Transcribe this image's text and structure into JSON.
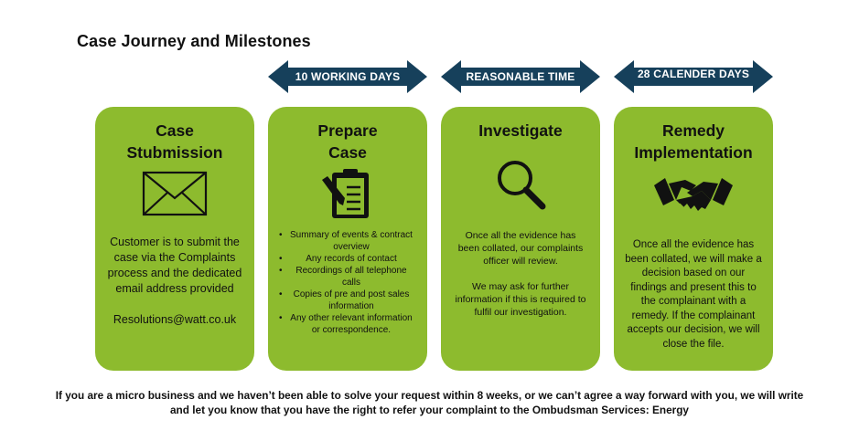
{
  "title": "Case Journey and Milestones",
  "arrows": [
    {
      "label": "10 WORKING DAYS"
    },
    {
      "label": "REASONABLE TIME"
    },
    {
      "label": "28 CALENDER DAYS"
    }
  ],
  "cards": [
    {
      "title_lines": [
        "Case",
        "Stubmission"
      ],
      "icon": "envelope-icon",
      "body": [
        "Customer is to submit the case via the Complaints process and the dedicated email address provided",
        "Resolutions@watt.co.uk"
      ]
    },
    {
      "title_lines": [
        "Prepare",
        "Case"
      ],
      "icon": "clipboard-icon",
      "bullets": [
        "Summary of events & contract overview",
        "Any records of contact",
        "Recordings of all telephone calls",
        "Copies of pre and post sales information",
        "Any other relevant information or correspondence."
      ]
    },
    {
      "title_lines": [
        "Investigate"
      ],
      "icon": "magnifier-icon",
      "body": [
        "Once all the evidence has been collated, our complaints officer will review.",
        "We may ask for further information if this is required to fulfil our investigation."
      ]
    },
    {
      "title_lines": [
        "Remedy",
        "Implementation"
      ],
      "icon": "handshake-icon",
      "body": [
        "Once all the evidence has been collated, we will make a decision based on our findings and present this to the complainant with a remedy. If the complainant accepts our decision, we will close the file."
      ]
    }
  ],
  "footer": "If you are a micro business and we haven’t been able to solve your request within 8 weeks, or we can’t agree a way forward with you, we will write and let you know that you have the right to refer your complaint to the Ombudsman Services: Energy",
  "colors": {
    "card_green": "#8dbb2e",
    "arrow_navy": "#16405b"
  }
}
